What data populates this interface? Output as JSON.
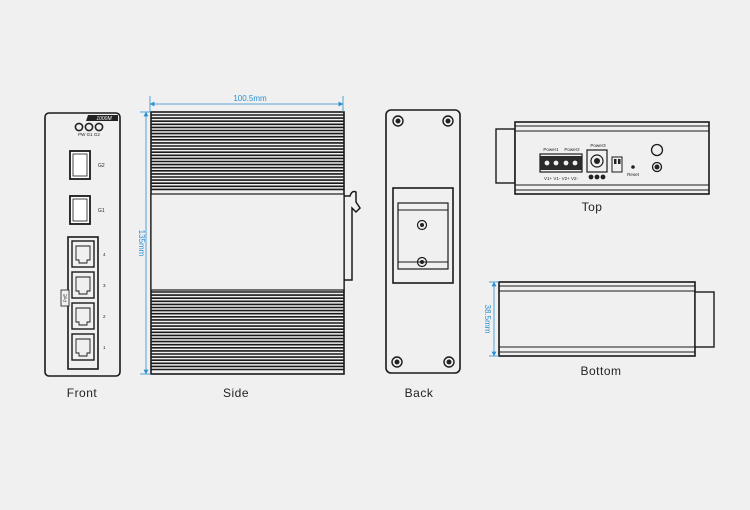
{
  "views": {
    "front": "Front",
    "side": "Side",
    "back": "Back",
    "top": "Top",
    "bottom": "Bottom"
  },
  "dimensions": {
    "width": "100.5mm",
    "height": "135mm",
    "depth": "38.5mm"
  },
  "front_panel": {
    "badge": "1000M",
    "led_labels": "PW G1 G2",
    "port_g2": "G2",
    "port_g1": "G1",
    "poe": "PoE",
    "rj45_labels": [
      "4",
      "3",
      "2",
      "1"
    ]
  },
  "top_panel": {
    "power1": "Power1",
    "power2": "Power2",
    "power3": "Power3",
    "terminal_label": "V1+ V1-   V2+ V2-",
    "reset": "Reset"
  },
  "colors": {
    "dimension_line": "#2a8fd0",
    "outline": "#1a1a1a"
  }
}
